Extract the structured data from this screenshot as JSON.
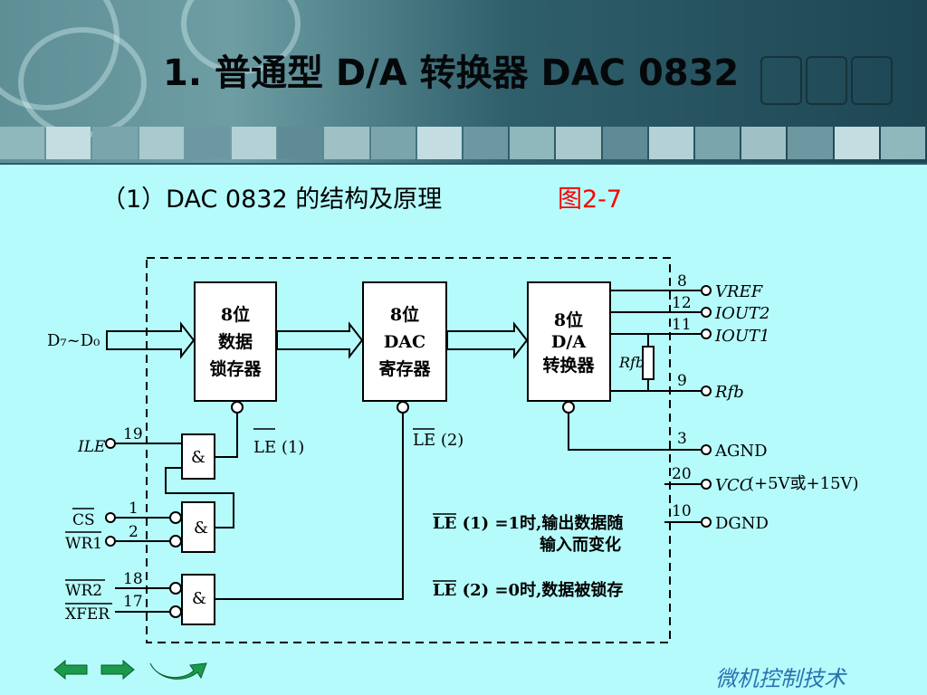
{
  "slide": {
    "title": "1.  普通型 D/A 转换器 DAC 0832",
    "subtitle": "（1）DAC 0832 的结构及原理",
    "figure_ref": "图2-7",
    "footer": "微机控制技术"
  },
  "colors": {
    "background": "#b5fbfb",
    "figure_ref": "#ff0000",
    "footer": "#2a73b0",
    "nav_arrow": "#1a9a4a"
  },
  "diagram": {
    "input_label": "D₇~D₀",
    "blocks": {
      "latch": [
        "8位",
        "数据",
        "锁存器"
      ],
      "dac_register": [
        "8位",
        "DAC",
        "寄存器"
      ],
      "converter": [
        "8位",
        "D/A",
        "转换器"
      ]
    },
    "and_gate_symbol": "&",
    "le1": "LE (1)",
    "le2": "LE (2)",
    "rfb_internal": "Rfb",
    "left_pins": [
      {
        "num": "19",
        "name": "ILE"
      },
      {
        "num": "1",
        "name": "CS"
      },
      {
        "num": "2",
        "name": "WR1"
      },
      {
        "num": "18",
        "name": "WR2"
      },
      {
        "num": "17",
        "name": "XFER"
      }
    ],
    "right_pins": [
      {
        "num": "8",
        "name": "VREF"
      },
      {
        "num": "12",
        "name": "IOUT2"
      },
      {
        "num": "11",
        "name": "IOUT1"
      },
      {
        "num": "9",
        "name": "Rfb"
      },
      {
        "num": "3",
        "name": "AGND"
      },
      {
        "num": "20",
        "name": "VCC"
      },
      {
        "num": "10",
        "name": "DGND"
      }
    ],
    "vcc_note": "(+5V或+15V)",
    "note1_line1": "LE (1) =1时,输出数据随",
    "note1_line2": "输入而变化",
    "note2": "LE (2) =0时,数据被锁存"
  },
  "nav": {
    "prev": "left-arrow-icon",
    "next": "right-arrow-icon",
    "return": "return-arrow-icon"
  }
}
